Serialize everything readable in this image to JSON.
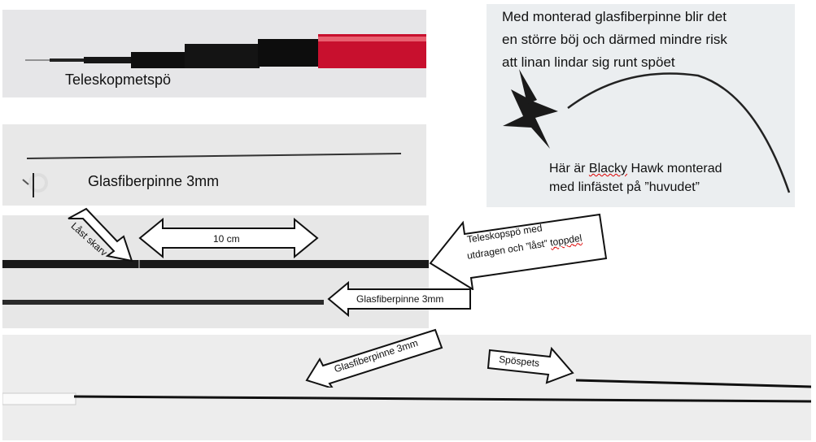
{
  "panel1": {
    "label": "Teleskopmetspö"
  },
  "panel2": {
    "caption_lines": [
      "Med monterad glasfiberpinne blir det",
      "en större böj och därmed mindre risk",
      "att linan lindar sig runt spöet"
    ],
    "kite_line1_pre": "Här är ",
    "kite_line1_name": "Blacky",
    "kite_line1_post": " Hawk monterad",
    "kite_line2": "med linfästet på ”huvudet”"
  },
  "panel3": {
    "label": "Glasfiberpinne 3mm"
  },
  "panel4": {
    "arrow_joint": "Låst skarv",
    "dimension": "10 cm",
    "arrow_rod_line1": "Teleskopspö med",
    "arrow_rod_line2_pre": "utdragen och ”låst” ",
    "arrow_rod_line2_u": "toppdel",
    "arrow_glass": "Glasfiberpinne 3mm"
  },
  "panel5": {
    "arrow_glass": "Glasfiberpinne 3mm",
    "arrow_tip": "Spöspets"
  },
  "colors": {
    "rod_red": "#c8102e",
    "rod_black": "#111111",
    "panel_grey": "#e9e9e9",
    "sky": "#ebeef0"
  }
}
